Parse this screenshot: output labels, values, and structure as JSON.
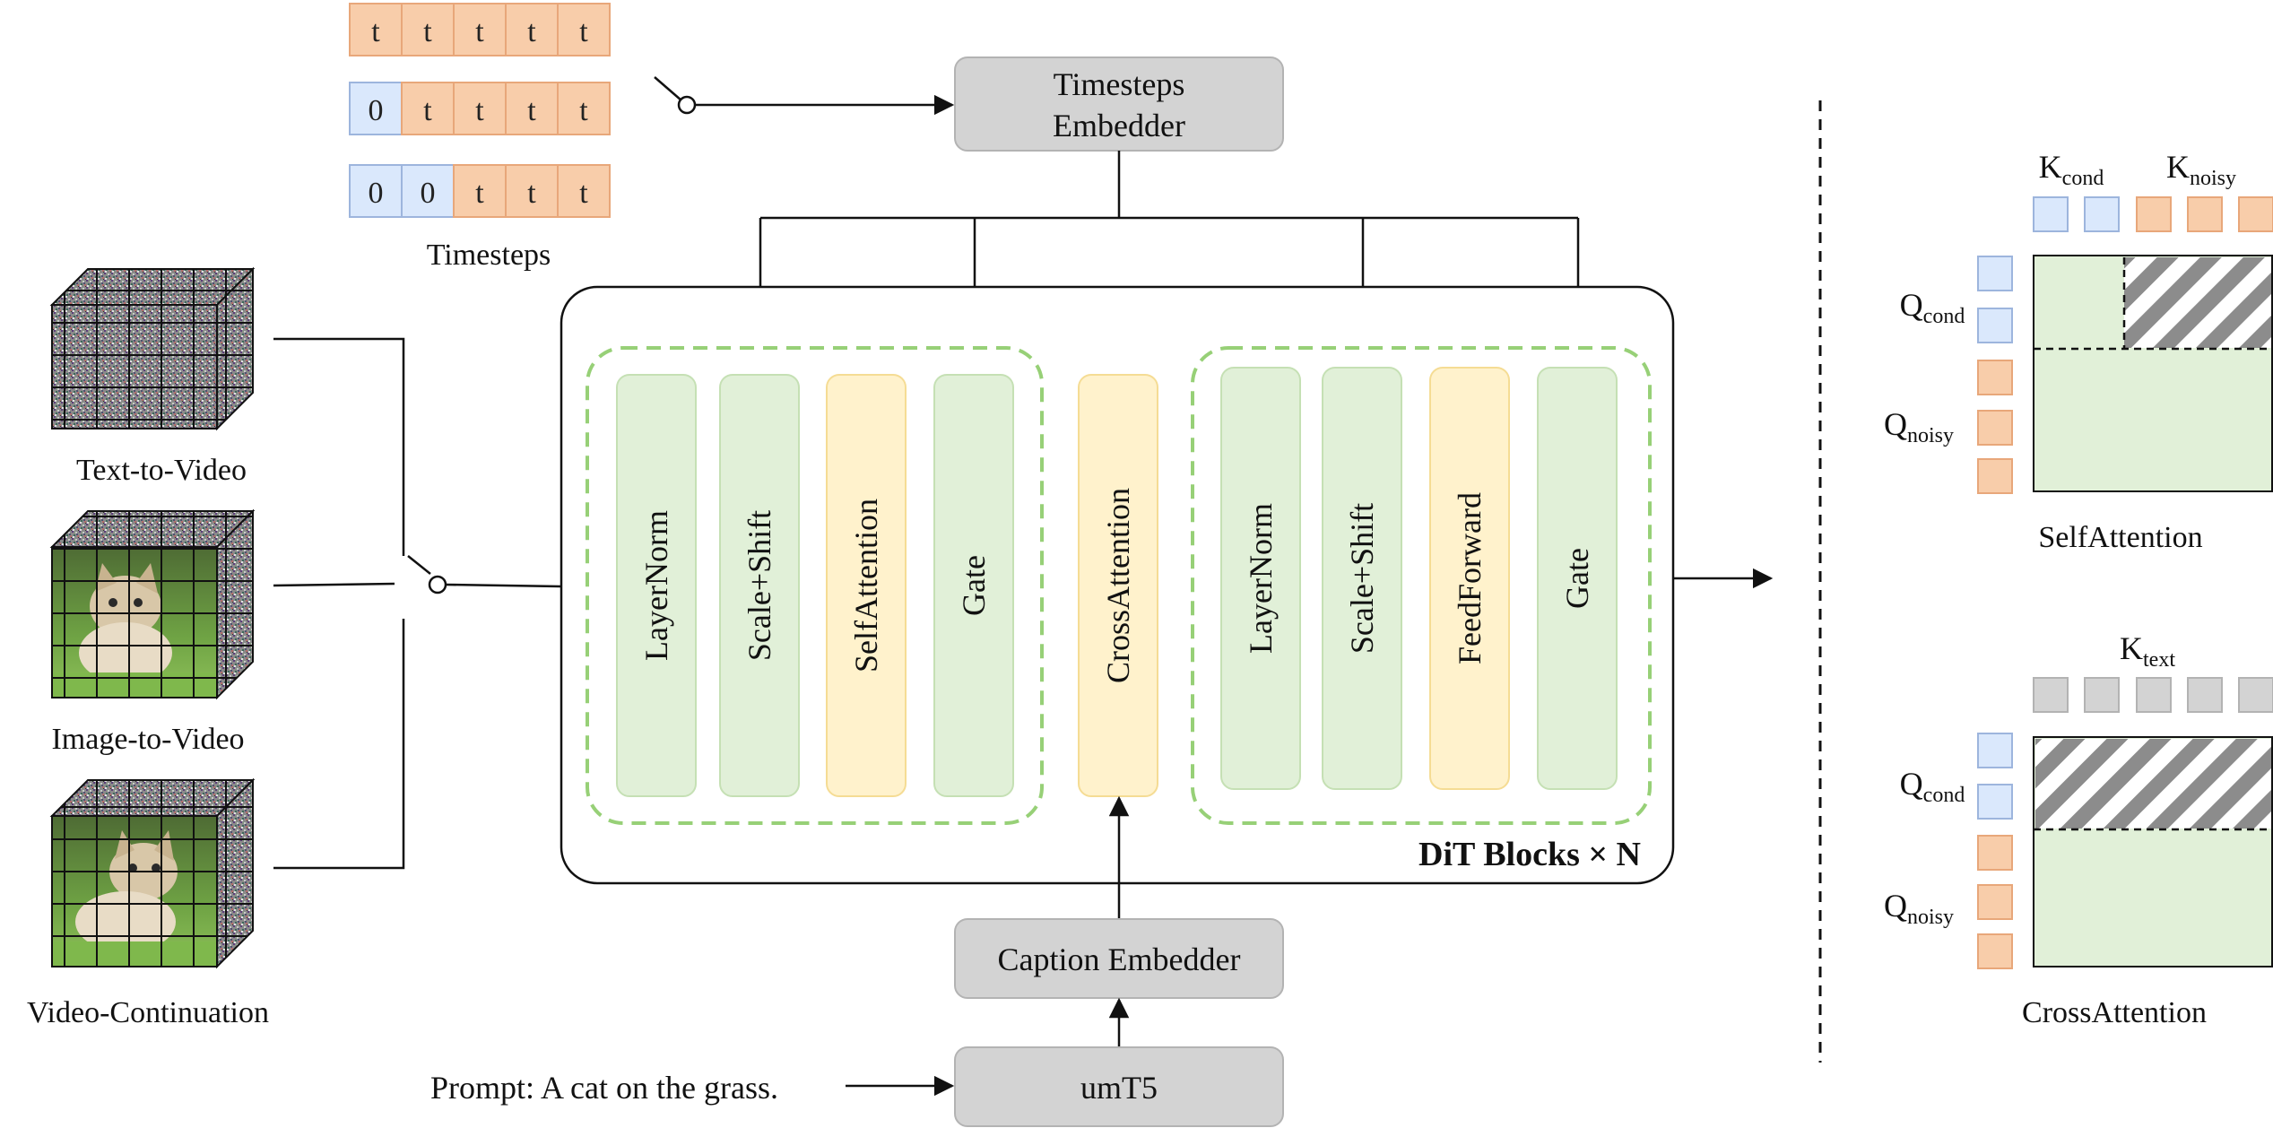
{
  "timesteps": {
    "rows": [
      [
        "t",
        "t",
        "t",
        "t",
        "t"
      ],
      [
        "0",
        "t",
        "t",
        "t",
        "t"
      ],
      [
        "0",
        "0",
        "t",
        "t",
        "t"
      ]
    ],
    "label": "Timesteps",
    "colors": {
      "clean": "#dae8fc",
      "clean_border": "#9db5dd",
      "noisy": "#f8cdaa",
      "noisy_border": "#e8a77a"
    }
  },
  "timesteps_embedder": {
    "line1": "Timesteps",
    "line2": "Embedder"
  },
  "caption_embedder": {
    "label": "Caption Embedder"
  },
  "umt5": {
    "label": "umT5"
  },
  "prompt": {
    "label": "Prompt: A cat on the grass."
  },
  "modes": [
    {
      "label": "Text-to-Video"
    },
    {
      "label": "Image-to-Video"
    },
    {
      "label": "Video-Continuation"
    }
  ],
  "dit": {
    "label": "DiT Blocks × N",
    "group1": [
      "LayerNorm",
      "Scale+Shift",
      "SelfAttention",
      "Gate"
    ],
    "cross": "CrossAttention",
    "group2": [
      "LayerNorm",
      "Scale+Shift",
      "FeedForward",
      "Gate"
    ],
    "colors": {
      "green": "#e1f0d8",
      "green_border": "#c5e0b4",
      "yellow": "#fff2cc",
      "yellow_border": "#f5dc94",
      "dash": "#97d077"
    }
  },
  "self_attention": {
    "label": "SelfAttention",
    "k_cond": {
      "base": "K",
      "sub": "cond"
    },
    "k_noisy": {
      "base": "K",
      "sub": "noisy"
    },
    "q_cond": {
      "base": "Q",
      "sub": "cond"
    },
    "q_noisy": {
      "base": "Q",
      "sub": "noisy"
    }
  },
  "cross_attention": {
    "label": "CrossAttention",
    "k_text": {
      "base": "K",
      "sub": "text"
    },
    "q_cond": {
      "base": "Q",
      "sub": "cond"
    },
    "q_noisy": {
      "base": "Q",
      "sub": "noisy"
    }
  },
  "colors": {
    "gray_box": "#d3d3d3",
    "gray_border": "#b3b3b3",
    "hatch": "#8c8c8c"
  }
}
